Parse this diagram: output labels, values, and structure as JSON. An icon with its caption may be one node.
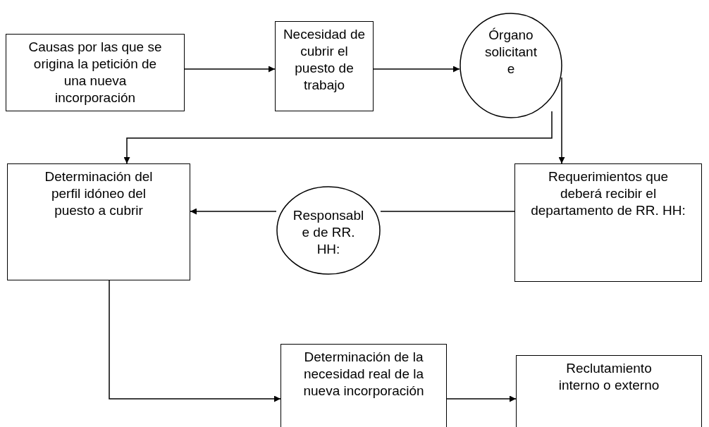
{
  "diagram": {
    "nodes": [
      {
        "text": [
          "Causas por las que se origina la petición de una nueva incorporación"
        ]
      },
      {
        "text": [
          "Necesidad de cubrir el puesto de trabajo"
        ]
      },
      {
        "text": [
          "Órgano solicitant e"
        ]
      },
      {
        "text": [
          "Determinación del perfil idóneo del puesto a cubrir"
        ]
      },
      {
        "text": [
          "Responsabl e de RR. HH:"
        ]
      },
      {
        "text": [
          "Requerimientos que deberá recibir el departamento de RR. HH:"
        ]
      },
      {
        "text": [
          "Determinación de la necesidad real de la nueva incorporación"
        ]
      },
      {
        "text": [
          "Reclutamiento interno o externo"
        ]
      }
    ],
    "edges": [
      {
        "from": 0,
        "to": 1,
        "arrow": "to"
      },
      {
        "from": 1,
        "to": 2,
        "arrow": "to"
      },
      {
        "from": 2,
        "to": 3,
        "arrow": "to"
      },
      {
        "from": 2,
        "to": 5,
        "arrow": "to"
      },
      {
        "from": 5,
        "to": 4,
        "arrow": "none"
      },
      {
        "from": 4,
        "to": 3,
        "arrow": "to"
      },
      {
        "from": 3,
        "to": 6,
        "arrow": "to"
      },
      {
        "from": 6,
        "to": 7,
        "arrow": "to"
      }
    ]
  }
}
